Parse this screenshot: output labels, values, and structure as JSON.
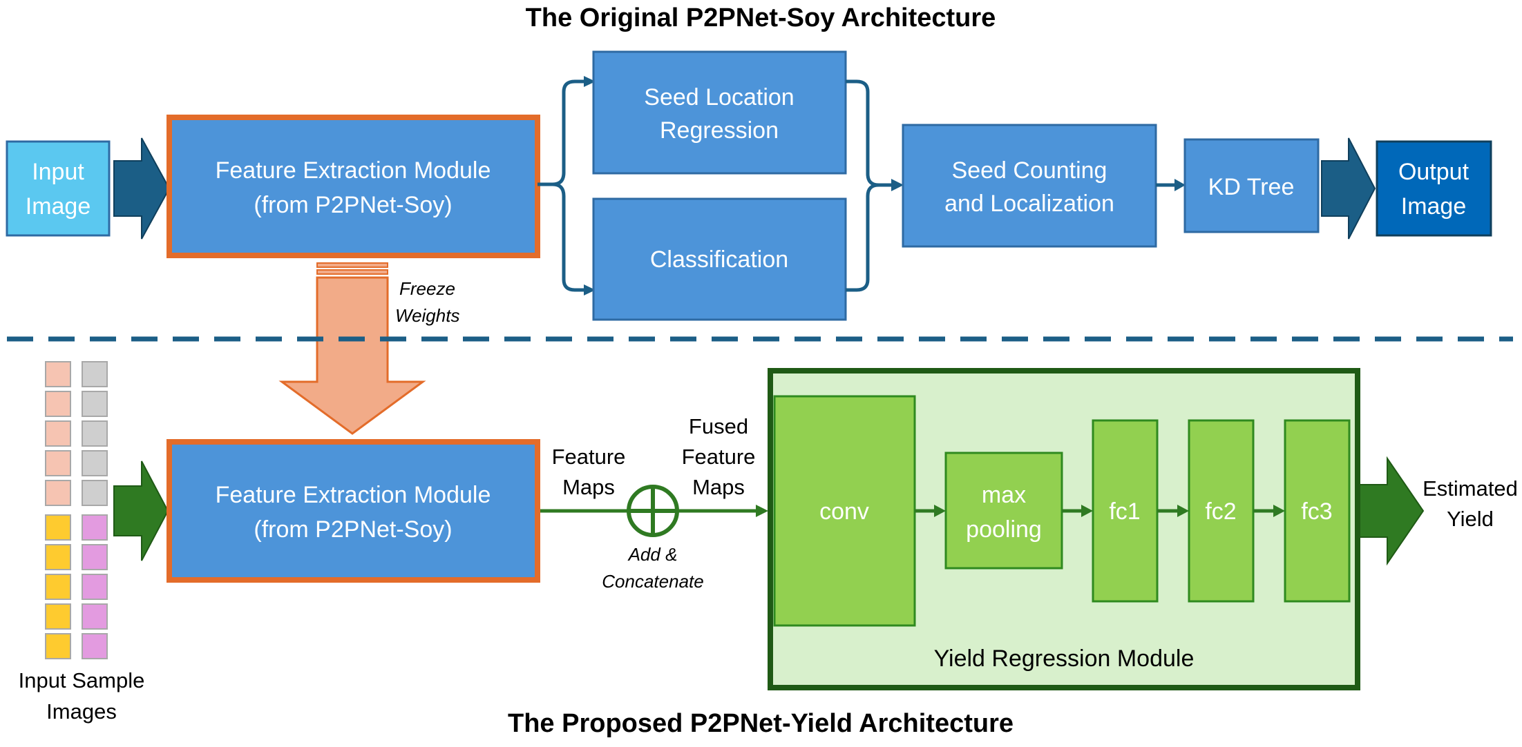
{
  "titles": {
    "top": "The Original P2PNet-Soy Architecture",
    "bottom": "The Proposed P2PNet-Yield Architecture"
  },
  "top_section": {
    "input": [
      "Input",
      "Image"
    ],
    "feature_module": [
      "Feature Extraction Module",
      "(from P2PNet-Soy)"
    ],
    "seed_location": [
      "Seed Location",
      "Regression"
    ],
    "classification": "Classification",
    "seed_counting": [
      "Seed Counting",
      "and Localization"
    ],
    "kd_tree": "KD Tree",
    "output": [
      "Output",
      "Image"
    ]
  },
  "freeze_label": [
    "Freeze",
    "Weights"
  ],
  "bottom_section": {
    "input_samples_label": [
      "Input Sample",
      "Images"
    ],
    "feature_module": [
      "Feature Extraction Module",
      "(from P2PNet-Soy)"
    ],
    "feature_maps": [
      "Feature",
      "Maps"
    ],
    "add_concat": [
      "Add &",
      "Concatenate"
    ],
    "fused_maps": [
      "Fused",
      "Feature",
      "Maps"
    ],
    "conv": "conv",
    "max_pooling": [
      "max",
      "pooling"
    ],
    "fc1": "fc1",
    "fc2": "fc2",
    "fc3": "fc3",
    "module_label": "Yield Regression Module",
    "estimated_yield": [
      "Estimated",
      "Yield"
    ]
  },
  "colors": {
    "box_blue": "#4d94d9",
    "box_border": "#2e6aa3",
    "input_cyan": "#5bc8f0",
    "output_blue": "#0068b9",
    "orange_border": "#e36c2a",
    "salmon": "#f2ab88",
    "dark_teal": "#1b5e86",
    "dark_green": "#2f7a22",
    "light_green_bg": "#d8f0cc",
    "green_block": "#92d050",
    "green_border": "#2f8a1f",
    "sample_pink": "#f6c4b2",
    "sample_grey": "#cfcfcf",
    "sample_yellow": "#fecb2f",
    "sample_magenta": "#e39be0"
  }
}
